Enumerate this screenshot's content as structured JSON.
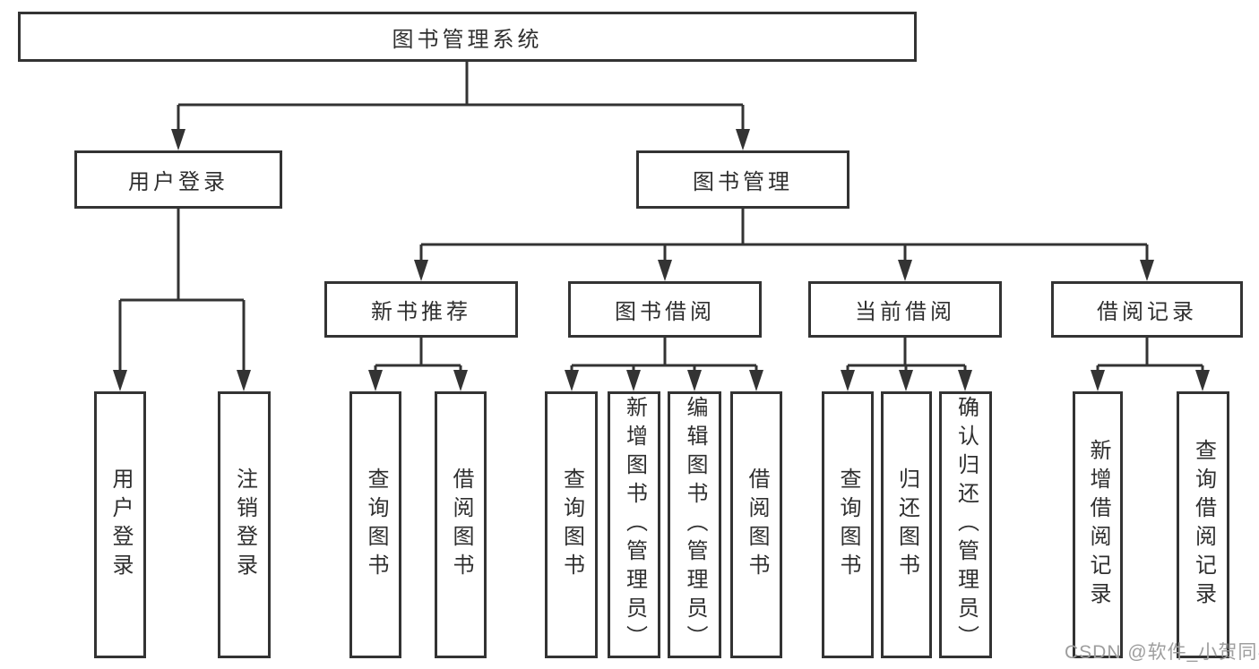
{
  "diagram": {
    "root": {
      "label": "图书管理系统",
      "children": [
        {
          "label": "用户登录",
          "children": [
            {
              "label": "用户登录"
            },
            {
              "label": "注销登录"
            }
          ]
        },
        {
          "label": "图书管理",
          "children": [
            {
              "label": "新书推荐",
              "children": [
                {
                  "label": "查询图书"
                },
                {
                  "label": "借阅图书"
                }
              ]
            },
            {
              "label": "图书借阅",
              "children": [
                {
                  "label": "查询图书"
                },
                {
                  "label": "新增图书（管理员）"
                },
                {
                  "label": "编辑图书（管理员）"
                },
                {
                  "label": "借阅图书"
                }
              ]
            },
            {
              "label": "当前借阅",
              "children": [
                {
                  "label": "查询图书"
                },
                {
                  "label": "归还图书"
                },
                {
                  "label": "确认归还（管理员）"
                }
              ]
            },
            {
              "label": "借阅记录",
              "children": [
                {
                  "label": "新增借阅记录"
                },
                {
                  "label": "查询借阅记录"
                }
              ]
            }
          ]
        }
      ]
    }
  },
  "watermark": {
    "text": "CSDN @软件_小贺同学"
  },
  "colors": {
    "line": "#333333",
    "text": "#2f2f2f",
    "background": "#ffffff",
    "watermark": "#9e9e9e"
  }
}
